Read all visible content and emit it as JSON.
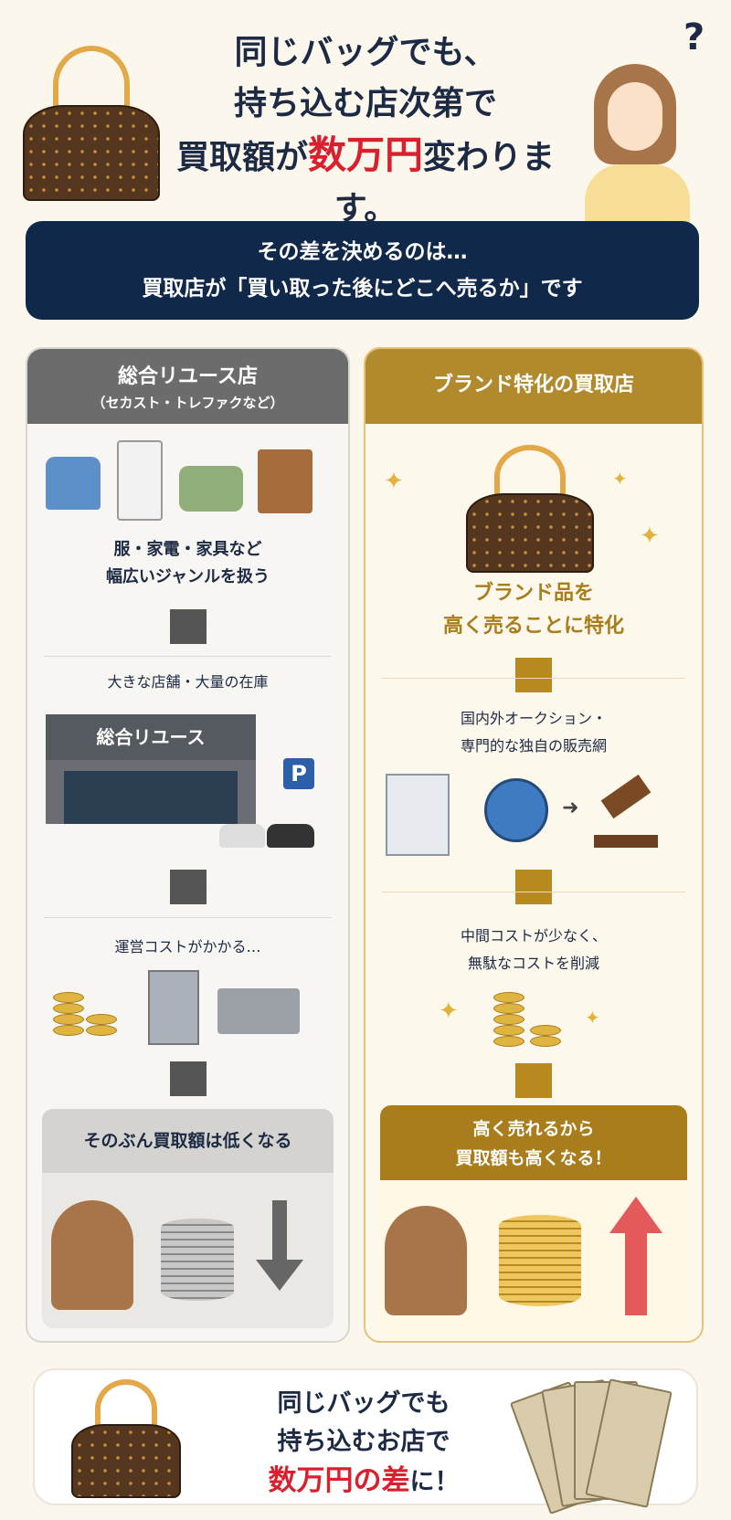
{
  "header": {
    "line1": "同じバッグでも、",
    "line2": "持ち込む店次第で",
    "line3_a": "買取額が",
    "line3_highlight": "数万円",
    "line3_b": "変わります。",
    "question_mark": "?"
  },
  "banner": {
    "line1": "その差を決めるのは…",
    "line2": "買取店が「買い取った後にどこへ売るか」です"
  },
  "left": {
    "title": "総合リユース店",
    "subtitle": "（セカスト・トレファクなど）",
    "step1": [
      "服・家電・家具など",
      "幅広いジャンルを扱う"
    ],
    "step2": "大きな店舗・大量の在庫",
    "store_sign": "総合リユース",
    "parking": "P",
    "step3": "運営コストがかかる…",
    "result": "そのぶん買取額は低くなる"
  },
  "right": {
    "title": "ブランド特化の買取店",
    "step1": [
      "ブランド品を",
      "高く売ることに特化"
    ],
    "step2": [
      "国内外オークション・",
      "専門的な独自の販売網"
    ],
    "step3": [
      "中間コストが少なく、",
      "無駄なコストを削減"
    ],
    "result": [
      "高く売れるから",
      "買取額も高くなる！"
    ]
  },
  "bottom": {
    "line1": "同じバッグでも",
    "line2": "持ち込むお店で",
    "line3_highlight": "数万円の差",
    "line3_b": "に！"
  },
  "colors": {
    "navy": "#10284a",
    "red": "#d9202f",
    "gold": "#b18a2e",
    "gray": "#6c6c6c"
  }
}
